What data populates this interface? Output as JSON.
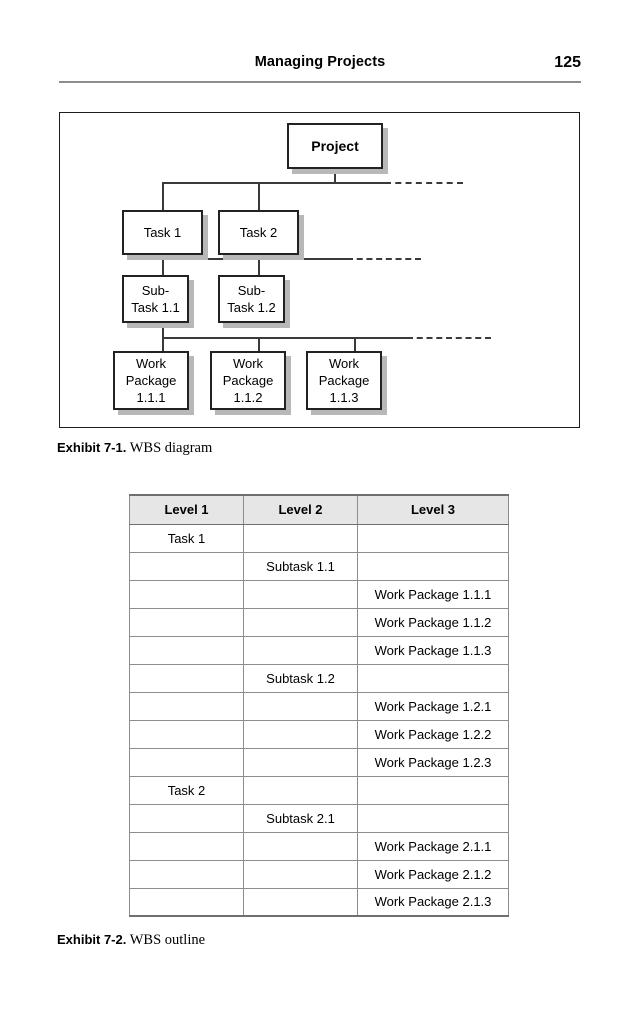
{
  "header": {
    "title": "Managing Projects",
    "page_number": "125"
  },
  "exhibit_1": {
    "caption_label": "Exhibit 7-1.",
    "caption_text": " WBS diagram",
    "diagram": {
      "type": "tree",
      "nodes": {
        "project": "Project",
        "task_1": "Task 1",
        "task_2": "Task 2",
        "subtask_1_1": "Sub-\nTask 1.1",
        "subtask_1_2": "Sub-\nTask 1.2",
        "work_package_1_1_1": "Work\nPackage\n1.1.1",
        "work_package_1_1_2": "Work\nPackage\n1.1.2",
        "work_package_1_1_3": "Work\nPackage\n1.1.3"
      }
    }
  },
  "exhibit_2": {
    "caption_label": "Exhibit 7-2.",
    "caption_text": " WBS outline",
    "table": {
      "columns": [
        "Level 1",
        "Level 2",
        "Level 3"
      ],
      "rows": [
        [
          "Task 1",
          "",
          ""
        ],
        [
          "",
          "Subtask 1.1",
          ""
        ],
        [
          "",
          "",
          "Work Package 1.1.1"
        ],
        [
          "",
          "",
          "Work Package 1.1.2"
        ],
        [
          "",
          "",
          "Work Package 1.1.3"
        ],
        [
          "",
          "Subtask 1.2",
          ""
        ],
        [
          "",
          "",
          "Work Package 1.2.1"
        ],
        [
          "",
          "",
          "Work Package 1.2.2"
        ],
        [
          "",
          "",
          "Work Package 1.2.3"
        ],
        [
          "Task 2",
          "",
          ""
        ],
        [
          "",
          "Subtask 2.1",
          ""
        ],
        [
          "",
          "",
          "Work Package 2.1.1"
        ],
        [
          "",
          "",
          "Work Package 2.1.2"
        ],
        [
          "",
          "",
          "Work Package 2.1.3"
        ]
      ]
    }
  },
  "colors": {
    "text": "#000000",
    "rule": "#8d8d8d",
    "box_border": "#222222",
    "box_shadow": "#b8b8b8",
    "table_header_fill": "#e6e6e6"
  }
}
